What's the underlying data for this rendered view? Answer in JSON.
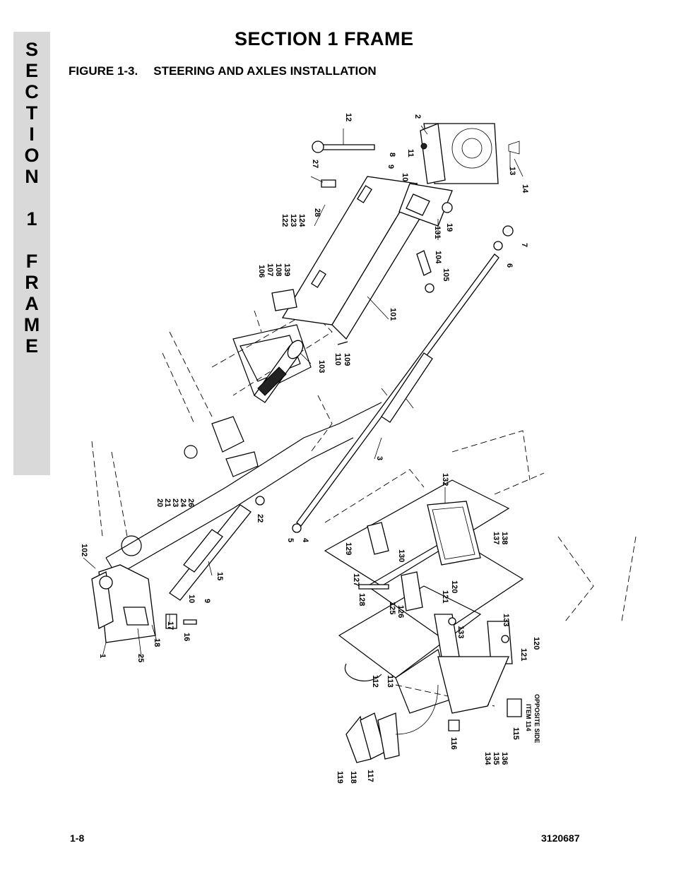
{
  "side_tab": {
    "letters": [
      "S",
      "E",
      "C",
      "T",
      "I",
      "O",
      "N",
      " ",
      "1",
      " ",
      "F",
      "R",
      "A",
      "M",
      "E"
    ]
  },
  "header": {
    "section_title": "SECTION 1  FRAME",
    "figure_label": "FIGURE 1-3.",
    "figure_title": "STEERING AND AXLES INSTALLATION"
  },
  "callouts": [
    "12",
    "2",
    "8",
    "11",
    "9",
    "10",
    "27",
    "13",
    "14",
    "28",
    "122",
    "123",
    "124",
    "19",
    "131",
    "7",
    "106",
    "107",
    "108",
    "139",
    "104",
    "6",
    "105",
    "101",
    "103",
    "110",
    "109",
    "3",
    "132",
    "20",
    "21",
    "23",
    "24",
    "26",
    "22",
    "137",
    "138",
    "5",
    "4",
    "129",
    "102",
    "127",
    "130",
    "128",
    "121",
    "120",
    "125",
    "126",
    "15",
    "10",
    "9",
    "133",
    "17",
    "16",
    "18",
    "25",
    "1",
    "112",
    "113",
    "133",
    "120",
    "121",
    "ITEM 114",
    "OPPOSITE SIDE",
    "116",
    "115",
    "134",
    "135",
    "136",
    "119",
    "118",
    "117"
  ],
  "footer": {
    "page_number": "1-8",
    "doc_number": "3120687"
  }
}
